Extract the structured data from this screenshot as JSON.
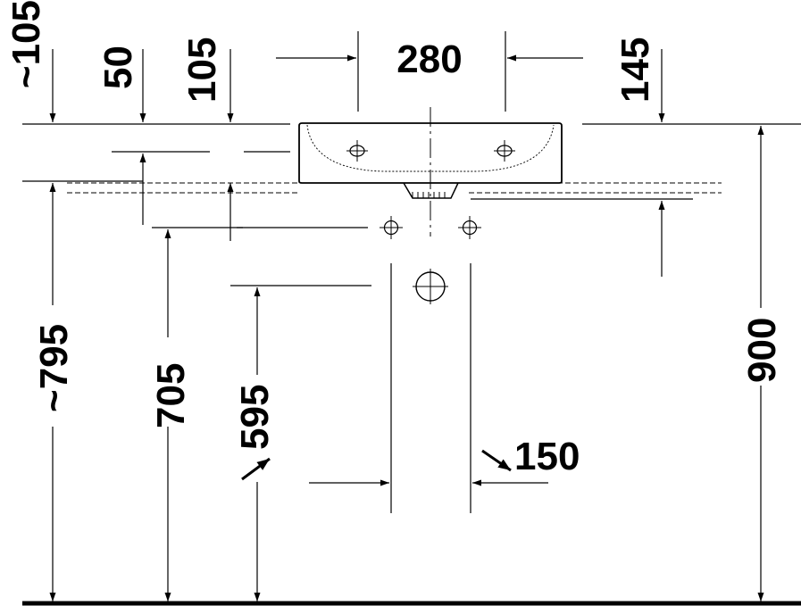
{
  "dimensions": {
    "top_offset_left": "~105",
    "faucet_height": "50",
    "overflow_height": "105",
    "basin_width": "280",
    "right_offset": "145",
    "floor_to_top_approx": "~795",
    "floor_to_supply": "705",
    "floor_to_waste": "595",
    "pipe_spacing": "150",
    "floor_to_rim": "900"
  },
  "colors": {
    "line": "#000000",
    "background": "#ffffff"
  }
}
